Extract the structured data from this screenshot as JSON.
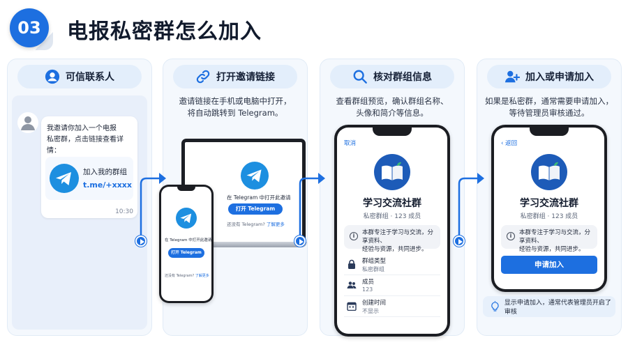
{
  "header": {
    "step_number": "03",
    "title": "电报私密群怎么加入"
  },
  "colors": {
    "accent": "#1d6fe0",
    "panel_bg": "#f4f8fd",
    "pill_bg": "#e3eefb"
  },
  "steps": [
    {
      "title": "可信联系人",
      "icon": "user-circle-icon",
      "chat": {
        "message_line1": "我邀请你加入一个电报",
        "message_line2": "私密群，点击链接查看详情：",
        "link_title": "加入我的群组",
        "link_url": "t.me/+xxxxx",
        "time": "10:30"
      }
    },
    {
      "title": "打开邀请链接",
      "icon": "link-icon",
      "description_line1": "邀请链接在手机或电脑中打开，",
      "description_line2": "将自动跳转到 Telegram。",
      "laptop": {
        "open_text": "在 Telegram 中打开此邀请",
        "button_label": "打开 Telegram",
        "no_app_text": "还没有 Telegram?",
        "learn_more": "了解更多"
      },
      "phone": {
        "open_text": "在 Telegram 中打开此邀请",
        "button_label": "打开 Telegram",
        "no_app_text": "还没有 Telegram?",
        "learn_more": "了解更多"
      }
    },
    {
      "title": "核对群组信息",
      "icon": "search-icon",
      "description_line1": "查看群组预览，确认群组名称、",
      "description_line2": "头像和简介等信息。",
      "phone": {
        "nav_cancel": "取消",
        "group_name": "学习交流社群",
        "group_sub": "私密群组 · 123 成员",
        "about_line1": "本群专注于学习与交流，分享资料、",
        "about_line2": "经验与资源，共同进步。",
        "details": [
          {
            "label": "群组类型",
            "value": "私密群组",
            "icon": "lock-icon"
          },
          {
            "label": "成员",
            "value": "123",
            "icon": "members-icon"
          },
          {
            "label": "创建时间",
            "value": "不显示",
            "icon": "calendar-icon"
          }
        ]
      }
    },
    {
      "title": "加入或申请加入",
      "icon": "add-user-icon",
      "description_line1": "如果是私密群，通常需要申请加入，",
      "description_line2": "等待管理员审核通过。",
      "phone": {
        "nav_back": "‹ 返回",
        "group_name": "学习交流社群",
        "group_sub": "私密群组 · 123 成员",
        "about_line1": "本群专注于学习与交流，分享资料、",
        "about_line2": "经验与资源，共同进步。",
        "request_button": "申请加入"
      },
      "tip": "显示申请加入，通常代表管理员开启了审核"
    }
  ]
}
